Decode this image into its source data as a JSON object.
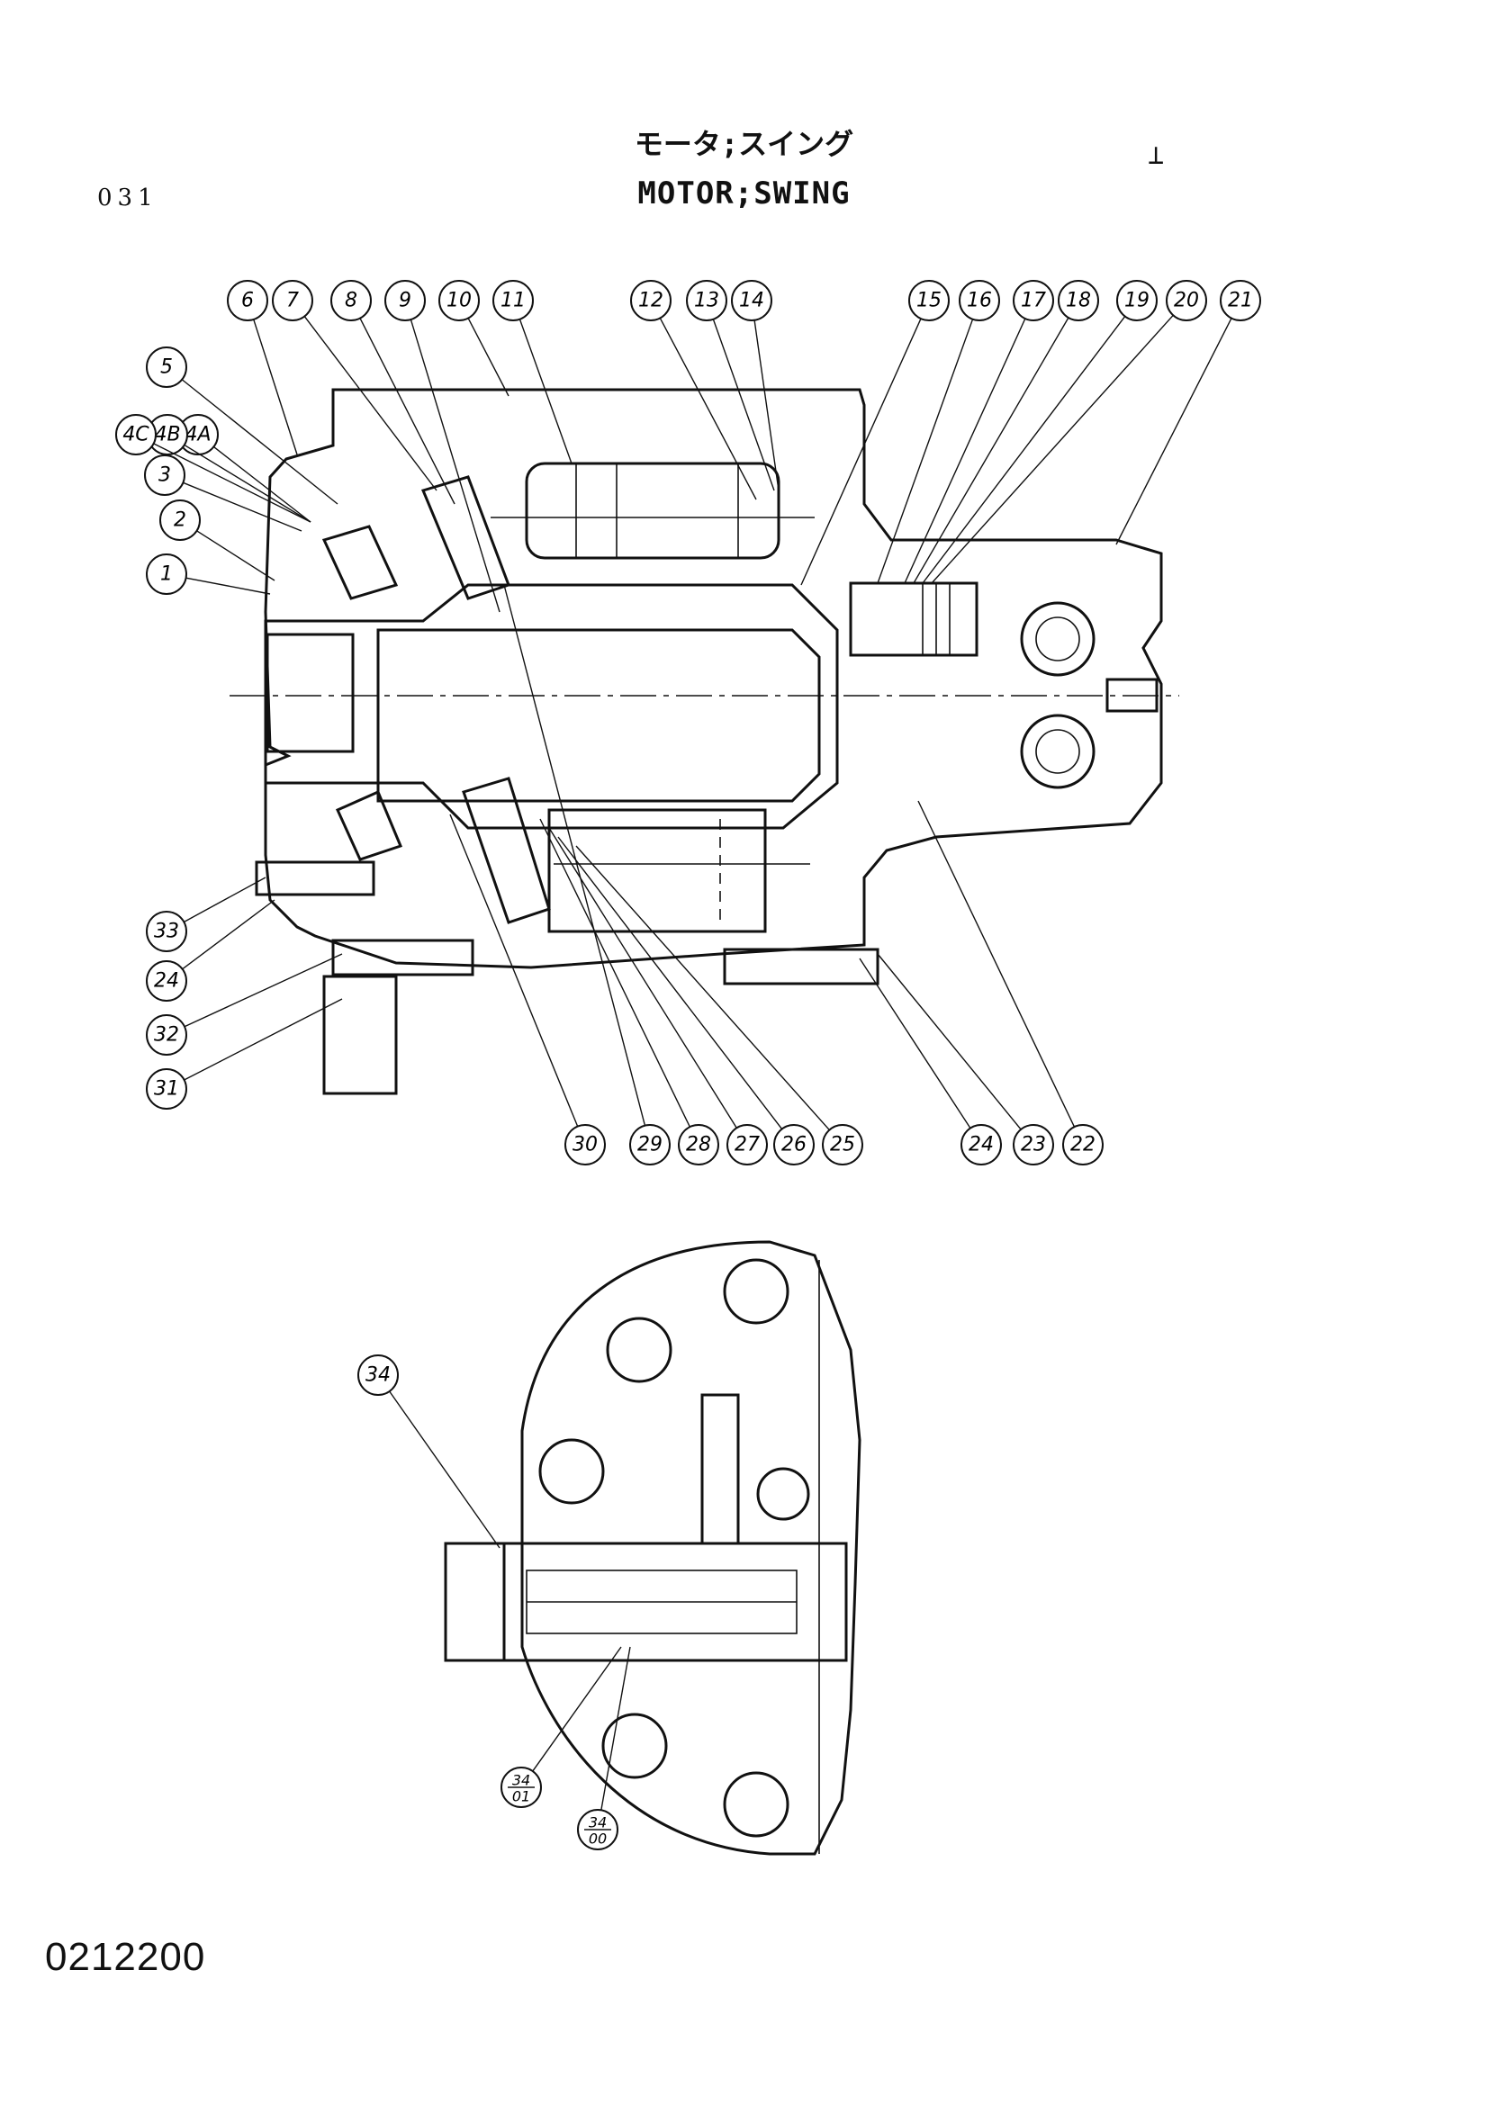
{
  "page_number": "031",
  "title_jp": "モータ;スイング",
  "title_en": "MOTOR;SWING",
  "corner_mark": "⊥",
  "drawing_number": "0212200",
  "callouts_top": [
    {
      "label": "1"
    },
    {
      "label": "2"
    },
    {
      "label": "3"
    },
    {
      "label": "4A"
    },
    {
      "label": "4B"
    },
    {
      "label": "4C"
    },
    {
      "label": "5"
    },
    {
      "label": "6"
    },
    {
      "label": "7"
    },
    {
      "label": "8"
    },
    {
      "label": "9"
    },
    {
      "label": "10"
    },
    {
      "label": "11"
    },
    {
      "label": "12"
    },
    {
      "label": "13"
    },
    {
      "label": "14"
    },
    {
      "label": "15"
    },
    {
      "label": "16"
    },
    {
      "label": "17"
    },
    {
      "label": "18"
    },
    {
      "label": "19"
    },
    {
      "label": "20"
    },
    {
      "label": "21"
    }
  ],
  "callouts_bottom": [
    {
      "label": "33"
    },
    {
      "label": "24"
    },
    {
      "label": "32"
    },
    {
      "label": "31"
    },
    {
      "label": "30"
    },
    {
      "label": "29"
    },
    {
      "label": "28"
    },
    {
      "label": "27"
    },
    {
      "label": "26"
    },
    {
      "label": "25"
    },
    {
      "label": "24"
    },
    {
      "label": "23"
    },
    {
      "label": "22"
    }
  ],
  "callouts_lower": [
    {
      "label": "34"
    },
    {
      "num": "34",
      "den": "01"
    },
    {
      "num": "34",
      "den": "00"
    }
  ]
}
